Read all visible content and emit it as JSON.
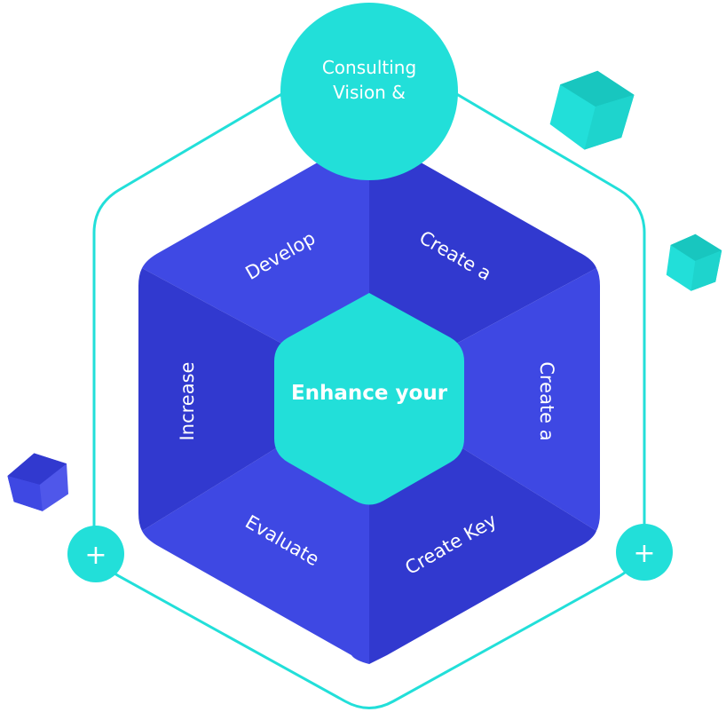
{
  "diagram": {
    "top_circle": {
      "line1": "Consulting",
      "line2": "Vision &"
    },
    "center": {
      "label": "Enhance your"
    },
    "segments": [
      {
        "id": "develop",
        "label": "Develop"
      },
      {
        "id": "create-a-top",
        "label": "Create a"
      },
      {
        "id": "create-a-right",
        "label": "Create a"
      },
      {
        "id": "create-key",
        "label": "Create Key"
      },
      {
        "id": "evaluate",
        "label": "Evaluate"
      },
      {
        "id": "increase",
        "label": "Increase"
      }
    ],
    "plus_left": "+",
    "plus_right": "+"
  },
  "colors": {
    "teal": "#22dfd9",
    "teal_dark": "#18c6bf",
    "blue": "#3e48e3",
    "blue_dark": "#3139cf",
    "blue_mid": "#3640da"
  },
  "icons": [
    "teal-cube-icon",
    "teal-small-cube-icon",
    "blue-cube-icon",
    "plus-icon"
  ]
}
